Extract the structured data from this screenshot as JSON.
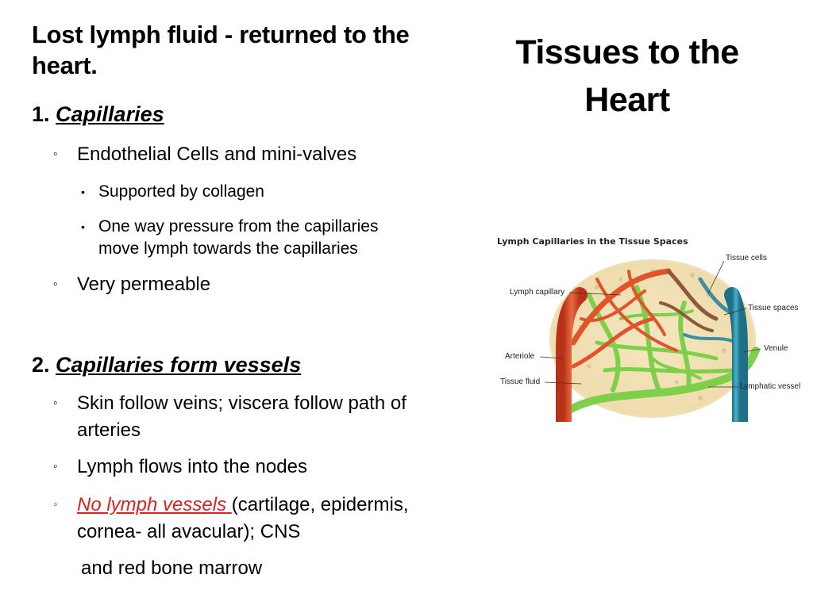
{
  "slide": {
    "title_line1": "Tissues to the",
    "title_line2": "Heart"
  },
  "content": {
    "heading_line1": "Lost lymph fluid - returned to the",
    "heading_line2": "heart.",
    "section1": {
      "number": "1.",
      "title": "Capillaries",
      "items": [
        {
          "text": "Endothelial Cells and mini-valves"
        },
        {
          "text": "Supported by collagen"
        },
        {
          "text_line1": "One way pressure from the capillaries",
          "text_line2": "move lymph towards the capillaries"
        },
        {
          "text": "Very permeable"
        }
      ]
    },
    "section2": {
      "number": "2.",
      "title": "Capillaries form vessels",
      "items": [
        {
          "text_line1": "Skin follow veins; viscera follow path of",
          "text_line2": "arteries"
        },
        {
          "text": "Lymph flows into the nodes"
        },
        {
          "red_text": "No lymph vessels ",
          "rest_line1": "(cartilage, epidermis,",
          "rest_line2": "cornea- all avacular); CNS"
        }
      ],
      "continuation": "and red bone marrow"
    },
    "bullet_l1": "◦",
    "bullet_l2": "•"
  },
  "figure": {
    "caption": "Lymph Capillaries in the Tissue Spaces",
    "labels": {
      "tissue_cells": "Tissue cells",
      "lymph_capillary": "Lymph capillary",
      "tissue_spaces": "Tissue spaces",
      "arteriole": "Arteriole",
      "venule": "Venule",
      "tissue_fluid": "Tissue fluid",
      "lymphatic_vessel": "Lymphatic vessel"
    },
    "colors": {
      "arteriole": "#d9482b",
      "venule": "#2e8fa8",
      "lymphatic": "#7ed04a",
      "tissue": "#f2e2b8"
    }
  }
}
